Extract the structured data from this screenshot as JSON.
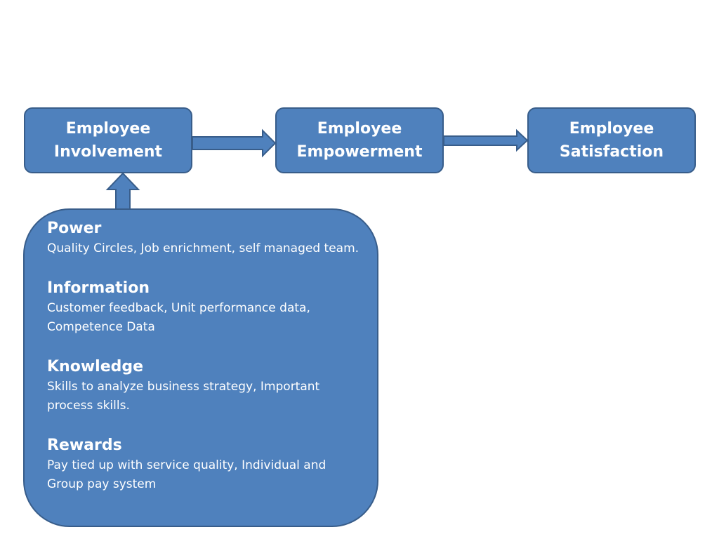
{
  "flow": {
    "involvement": "Employee\nInvolvement",
    "empowerment": "Employee\nEmpowerment",
    "satisfaction": "Employee\nSatisfaction"
  },
  "details": {
    "power": {
      "title": "Power",
      "text": "Quality Circles, Job enrichment, self managed team."
    },
    "information": {
      "title": "Information",
      "text": "Customer feedback, Unit performance data, Competence Data"
    },
    "knowledge": {
      "title": "Knowledge",
      "text": "Skills to analyze business strategy, Important process skills."
    },
    "rewards": {
      "title": "Rewards",
      "text": "Pay tied up with service quality, Individual and Group pay system"
    }
  },
  "colors": {
    "fill": "#4f81bd",
    "border": "#385d8a",
    "text": "#ffffff"
  }
}
